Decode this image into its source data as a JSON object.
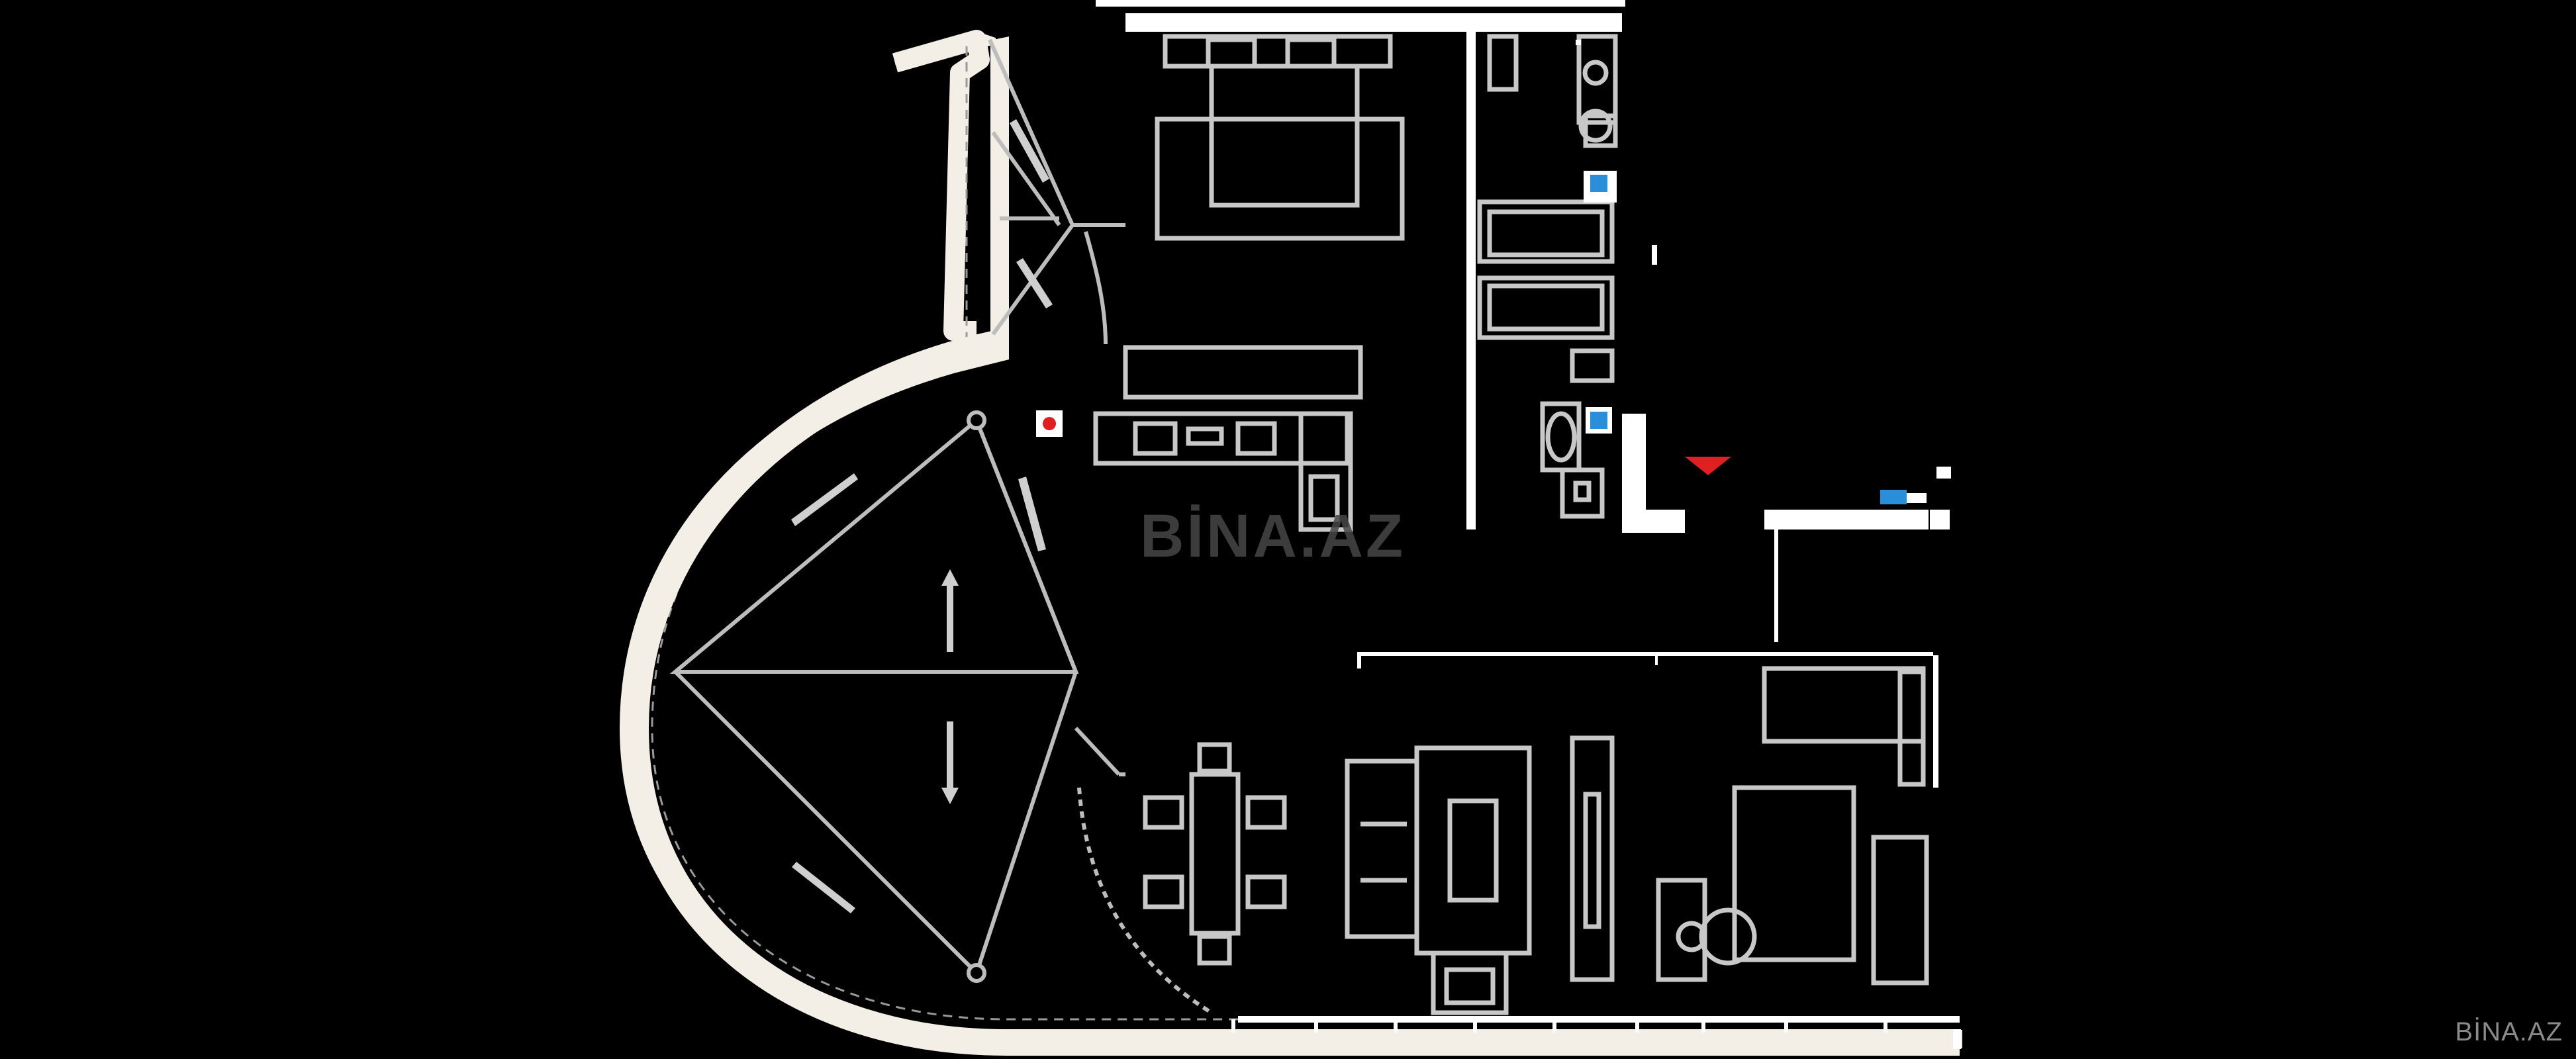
{
  "plan": {
    "type": "apartment floor plan",
    "colors": {
      "background": "#000000",
      "wall_fill": "#ffffff",
      "balcony_fill": "#f4efe6",
      "furniture_stroke": "#c8c8c8",
      "fixture_red": "#e02020",
      "fixture_blue": "#2a8fd8"
    },
    "room_labels": [
      "",
      "",
      "",
      "",
      "",
      "",
      "",
      ""
    ]
  },
  "watermark": {
    "center_text": "BİNA.AZ",
    "corner_text": "BİNA.AZ"
  }
}
